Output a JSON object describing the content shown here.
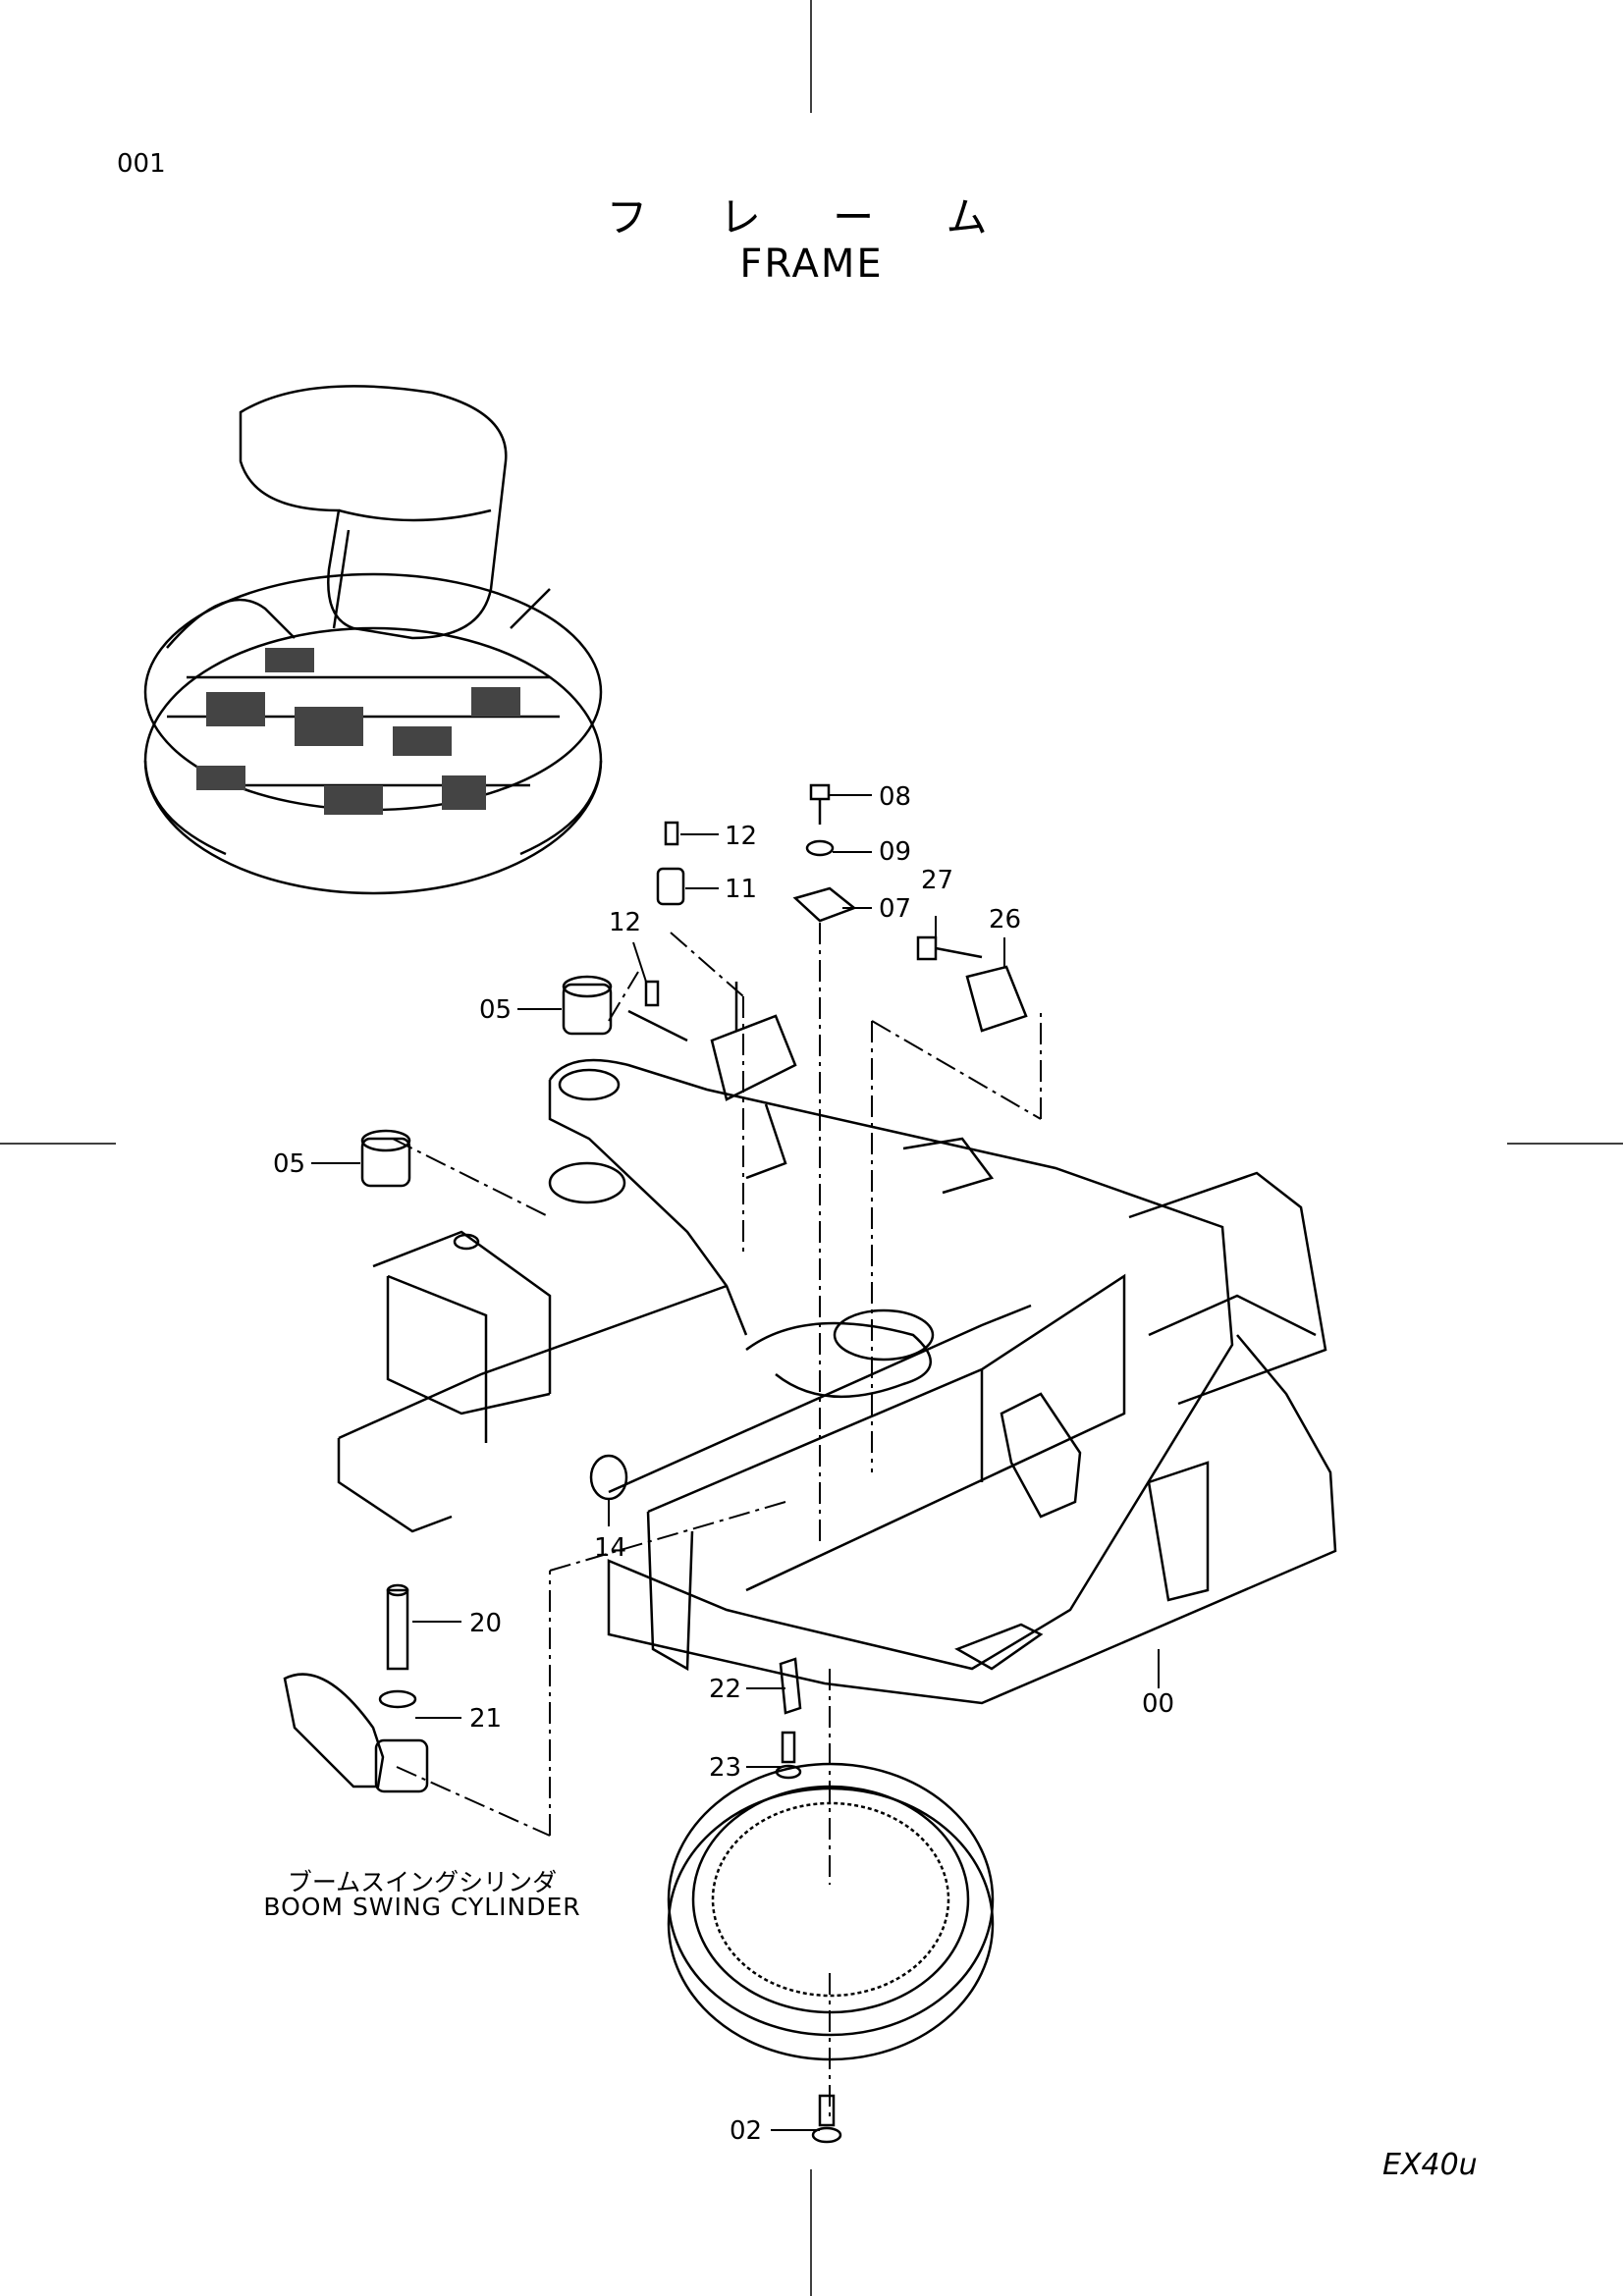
{
  "header": {
    "page_number": "001",
    "title_japanese": "フ レ ー ム",
    "title_english": "FRAME"
  },
  "subassembly": {
    "label_japanese": "ブームスイングシリンダ",
    "label_english": "BOOM SWING CYLINDER"
  },
  "footer": {
    "model": "EX40u"
  },
  "callouts": {
    "c00": "00",
    "c02": "02",
    "c05a": "05",
    "c05b": "05",
    "c07": "07",
    "c08": "08",
    "c09": "09",
    "c11": "11",
    "c12a": "12",
    "c12b": "12",
    "c14": "14",
    "c20": "20",
    "c21": "21",
    "c22": "22",
    "c23": "23",
    "c26": "26",
    "c27": "27"
  }
}
